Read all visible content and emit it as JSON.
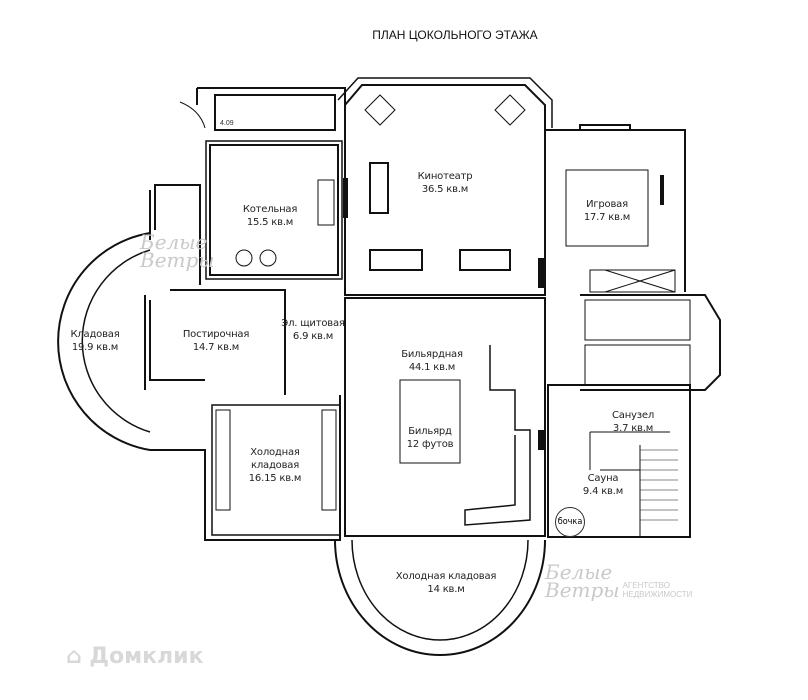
{
  "title": "ПЛАН ЦОКОЛЬНОГО ЭТАЖА",
  "stair_mark": "4.09",
  "rooms": [
    {
      "name": "Котельная",
      "area": "15.5 кв.м"
    },
    {
      "name": "Кинотеатр",
      "area": "36.5 кв.м"
    },
    {
      "name": "Игровая",
      "area": "17.7 кв.м"
    },
    {
      "name": "Кладовая",
      "area": "19.9 кв.м"
    },
    {
      "name": "Постирочная",
      "area": "14.7 кв.м"
    },
    {
      "name": "Эл. щитовая",
      "area": "6.9 кв.м"
    },
    {
      "name": "Бильярдная",
      "area": "44.1 кв.м"
    },
    {
      "name": "Бильярд",
      "area": "12 футов"
    },
    {
      "name": "Холодная кладовая",
      "line2": "кладовая",
      "area": "16.15 кв.м",
      "line1": "Холодная"
    },
    {
      "name": "Санузел",
      "area": "3.7 кв.м"
    },
    {
      "name": "Сауна",
      "area": "9.4 кв.м"
    },
    {
      "name": "Холодная кладовая",
      "area": "14 кв.м"
    }
  ],
  "barrel_label": "бочка",
  "watermark": {
    "line1": "Белые",
    "line2": "Ветры",
    "agency1": "АГЕНТСТВО",
    "agency2": "НЕДВИЖИМОСТИ"
  },
  "platform_logo": "Домклик"
}
